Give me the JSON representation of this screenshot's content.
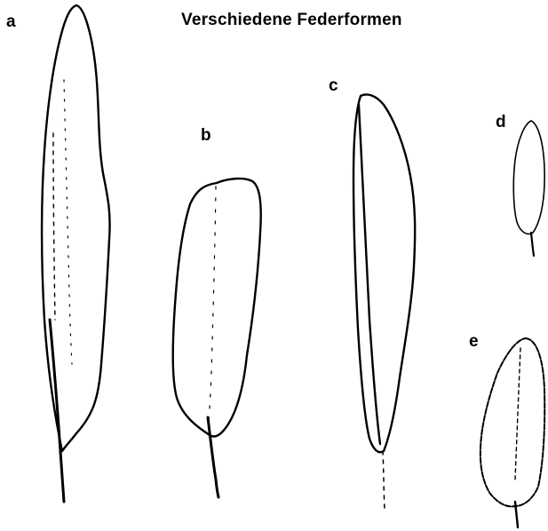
{
  "title": "Verschiedene Federformen",
  "feathers": [
    {
      "label": "a"
    },
    {
      "label": "b"
    },
    {
      "label": "c"
    },
    {
      "label": "d"
    },
    {
      "label": "e"
    }
  ]
}
